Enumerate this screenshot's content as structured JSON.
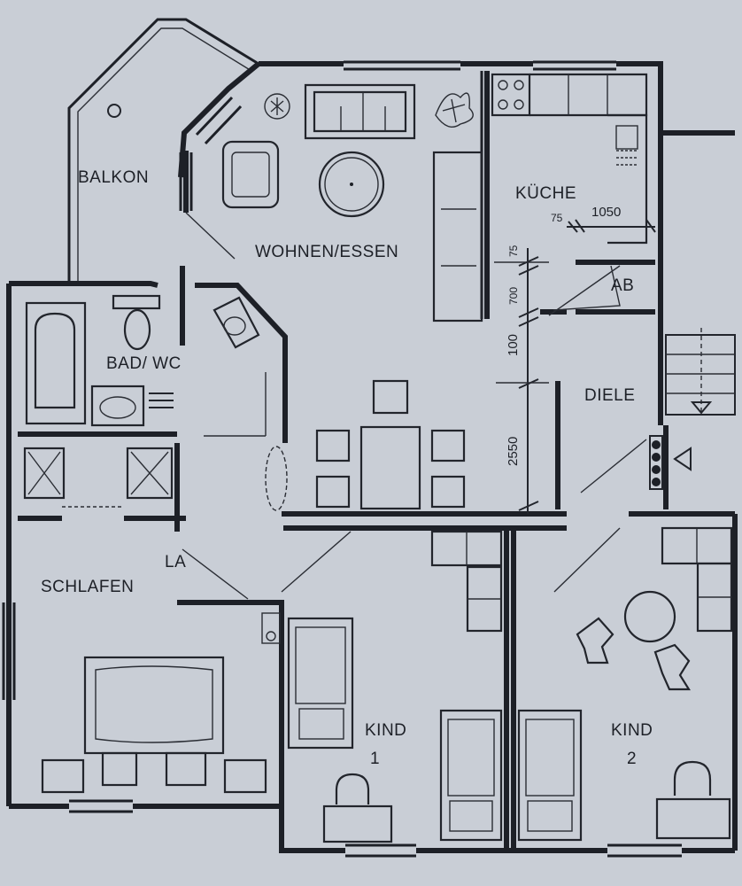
{
  "rooms": {
    "balkon": "BALKON",
    "wohnen_essen": "WOHNEN/ESSEN",
    "kueche": "KÜCHE",
    "ab": "AB",
    "bad_wc": "BAD/ WC",
    "diele": "DIELE",
    "la": "LA",
    "schlafen": "SCHLAFEN",
    "kind1_word": "KIND",
    "kind1_num": "1",
    "kind2_word": "KIND",
    "kind2_num": "2"
  },
  "dimensions": {
    "d75_top": "75",
    "d1050": "1050",
    "d75_side": "75",
    "d700": "700",
    "d100": "100",
    "d2550": "2550"
  },
  "colors": {
    "paper": "#c9ced6",
    "ink": "#1d2027"
  }
}
